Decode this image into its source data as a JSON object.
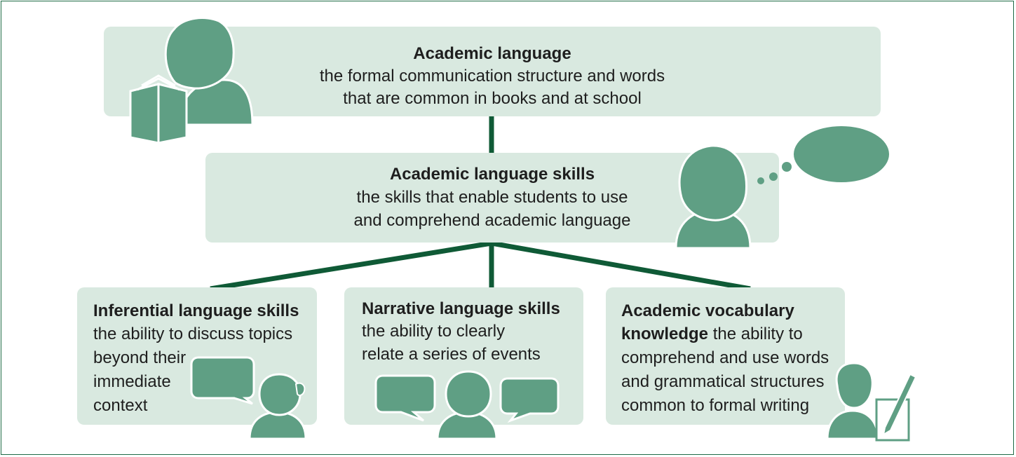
{
  "colors": {
    "frame": "#1f6b46",
    "box_fill": "#d9e9e0",
    "icon_fill": "#5f9f84",
    "connector": "#0f5a36",
    "text": "#1e1e1e"
  },
  "top": {
    "title": "Academic language",
    "line1": "the formal communication structure and words",
    "line2": "that are common in books and at school"
  },
  "middle": {
    "title": "Academic language skills",
    "line1": "the skills that enable students to use",
    "line2": "and comprehend academic language"
  },
  "boxes": [
    {
      "title": "Inferential language skills",
      "lines": [
        "the ability to discuss topics",
        "beyond their",
        "immediate",
        "context"
      ]
    },
    {
      "title": "Narrative language skills",
      "lines": [
        "the ability to clearly",
        "relate a series of events"
      ]
    },
    {
      "title_line1": "Academic vocabulary",
      "title_line2": "knowledge",
      "rest_line2": " the ability to",
      "lines": [
        "comprehend and use words",
        "and grammatical structures",
        "common to formal writing"
      ]
    }
  ],
  "icons": [
    "reading-person-icon",
    "thinking-person-icon",
    "thought-bubble-icon",
    "speaking-child-icon",
    "speech-bubble-icon",
    "narrating-child-icon",
    "writing-person-icon",
    "notepad-pencil-icon"
  ]
}
